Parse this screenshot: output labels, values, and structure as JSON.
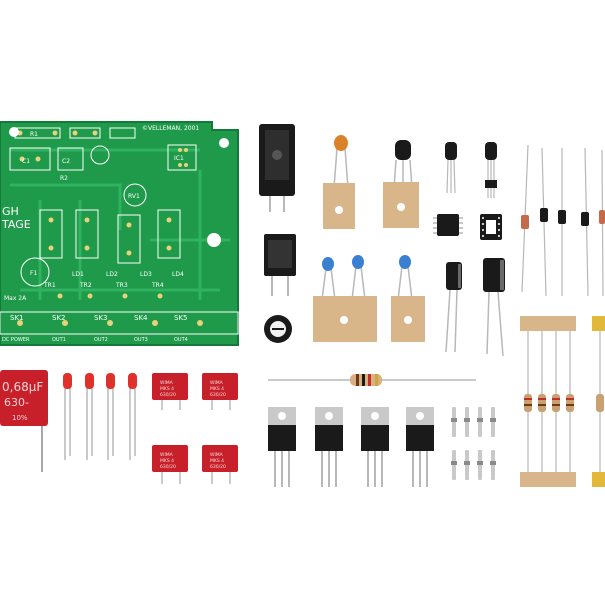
{
  "colors": {
    "background": "#ffffff",
    "pcb": "#1e9a4a",
    "pcb_dark": "#157a39",
    "silkscreen": "#ffffff",
    "capacitor_red": "#c8202a",
    "led_red": "#e0302a",
    "tape": "#d9b58a",
    "metal": "#c9c9c9",
    "black_part": "#1a1a1a",
    "ceramic_blue": "#3a7fd0",
    "ceramic_orange": "#d9822a"
  },
  "pcb": {
    "brand": "©VELLEMAN, 2001",
    "text_high": "GH",
    "text_voltage": "TAGE",
    "max_current": "Max 2A",
    "designators": [
      "C1",
      "C2",
      "R1",
      "R2",
      "IC1",
      "RV1",
      "F1",
      "LD1",
      "LD2",
      "LD3",
      "LD4",
      "TR1",
      "TR2",
      "TR3",
      "TR4"
    ],
    "terminals": [
      "SK1",
      "SK2",
      "SK3",
      "SK4",
      "SK5"
    ],
    "outputs": [
      "DC POWER",
      "OUT1",
      "OUT2",
      "OUT3",
      "OUT4"
    ]
  },
  "film_capacitor": {
    "value": "0,68µF",
    "voltage": "630-",
    "tolerance": "10%"
  },
  "small_caps_label": [
    "WIMA",
    "MKS 4",
    "630/20"
  ]
}
